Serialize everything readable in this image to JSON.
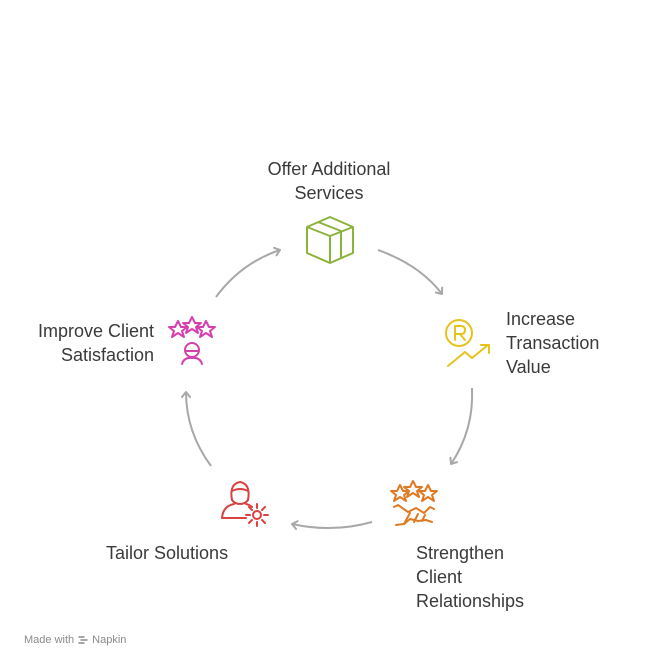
{
  "steps": [
    {
      "lines": [
        "Offer Additional",
        "Services"
      ],
      "icon": "box-icon",
      "color": "#8ab33a"
    },
    {
      "lines": [
        "Increase",
        "Transaction",
        "Value"
      ],
      "icon": "currency-growth-icon",
      "color": "#e6c21a"
    },
    {
      "lines": [
        "Strengthen",
        "Client",
        "Relationships"
      ],
      "icon": "handshake-stars-icon",
      "color": "#e07a22"
    },
    {
      "lines": [
        "Tailor Solutions"
      ],
      "icon": "user-gear-icon",
      "color": "#d9423f"
    },
    {
      "lines": [
        "Improve Client",
        "Satisfaction"
      ],
      "icon": "user-stars-icon",
      "color": "#d63fae"
    }
  ],
  "arrow_color": "#a8a8a8",
  "footer": {
    "made_with": "Made with",
    "brand": "Napkin"
  }
}
